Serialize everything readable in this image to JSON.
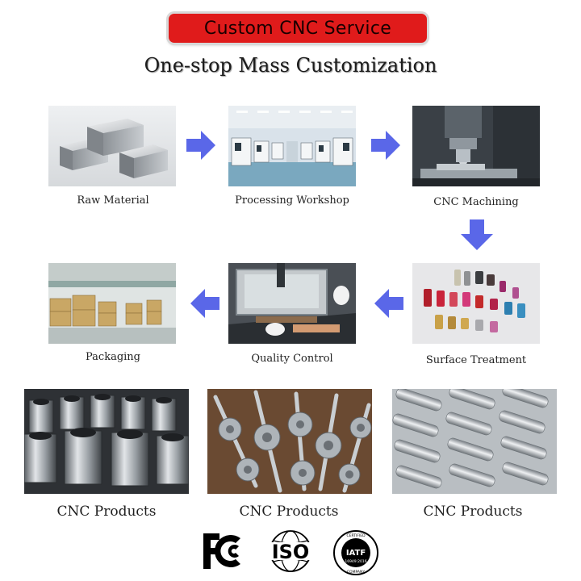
{
  "banner": {
    "title": "Custom CNC Service"
  },
  "subtitle": "One-stop Mass Customization",
  "process": {
    "steps": [
      {
        "label": "Raw Material"
      },
      {
        "label": "Processing Workshop"
      },
      {
        "label": "CNC Machining"
      },
      {
        "label": "Surface Treatment"
      },
      {
        "label": "Quality Control"
      },
      {
        "label": "Packaging"
      }
    ],
    "arrow_color": "#5a67e8"
  },
  "products": [
    {
      "label": "CNC Products"
    },
    {
      "label": "CNC Products"
    },
    {
      "label": "CNC Products"
    }
  ],
  "certifications": {
    "fcc": "FC",
    "iso": "ISO",
    "iatf": {
      "name": "IATF",
      "standard": "16949:2016",
      "top_text": "CERTIFIED",
      "bottom_text": "COMPANY"
    }
  }
}
